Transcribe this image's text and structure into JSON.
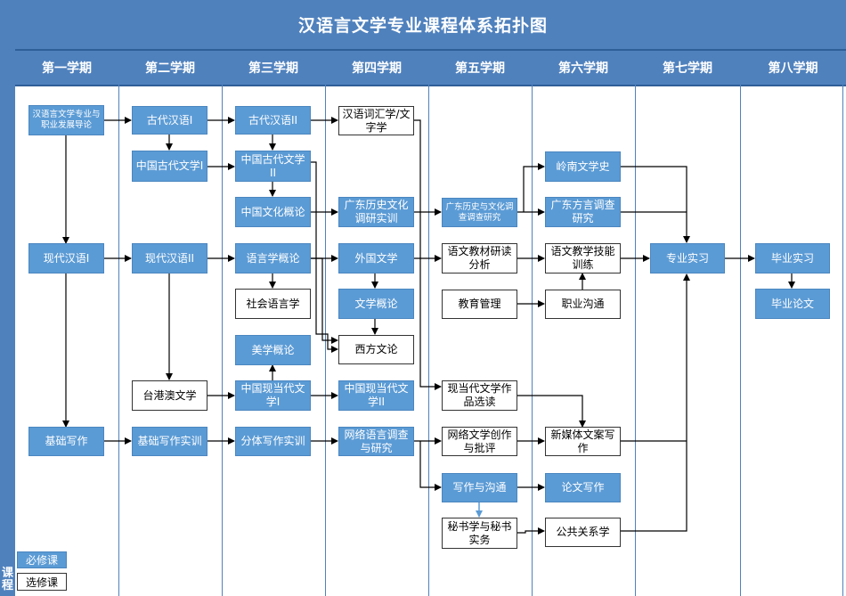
{
  "title": "汉语言文学专业课程体系拓扑图",
  "side_label": "课程",
  "semesters": [
    "第一学期",
    "第二学期",
    "第三学期",
    "第四学期",
    "第五学期",
    "第六学期",
    "第七学期",
    "第八学期"
  ],
  "courses": {
    "intro": "汉语言文学专业与职业发展导论",
    "modern1": "现代汉语Ⅰ",
    "writing_basic": "基础写作",
    "ancient1": "古代汉语Ⅰ",
    "anclit1": "中国古代文学Ⅰ",
    "modern2": "现代汉语II",
    "hk_lit": "台港澳文学",
    "writing_train": "基础写作实训",
    "ancient2": "古代汉语II",
    "anclit2": "中国古代文学II",
    "culture": "中国文化概论",
    "linguistics": "语言学概论",
    "sociolinguistics": "社会语言学",
    "aesthetics": "美学概论",
    "modlit1": "中国现当代文学Ⅰ",
    "genre_writing": "分体写作实训",
    "lexicology": "汉语词汇学/文字学",
    "gd_history": "广东历史文化调研实训",
    "foreign_lit": "外国文学",
    "lit_theory": "文学概论",
    "western_theory": "西方文论",
    "modlit2": "中国现当代文学II",
    "web_language": "网络语言调查与研究",
    "gd_research": "广东历史与文化调查调查研究",
    "textbook": "语文教材研读分析",
    "edu_mgmt": "教育管理",
    "modlit_read": "现当代文学作品选读",
    "web_lit": "网络文学创作与批评",
    "writing_comm": "写作与沟通",
    "secretary": "秘书学与秘书实务",
    "lingnan": "岭南文学史",
    "gd_dialect": "广东方言调查研究",
    "teaching_skill": "语文教学技能训练",
    "career_comm": "职业沟通",
    "new_media": "新媒体文案写作",
    "thesis_writing": "论文写作",
    "pr": "公共关系学",
    "internship": "专业实习",
    "grad_intern": "毕业实习",
    "grad_thesis": "毕业论文"
  },
  "legend": {
    "required": "必修课",
    "elective": "选修课"
  },
  "colors": {
    "header": "#4f81bd",
    "required": "#5b9bd5",
    "elective": "#ffffff"
  }
}
